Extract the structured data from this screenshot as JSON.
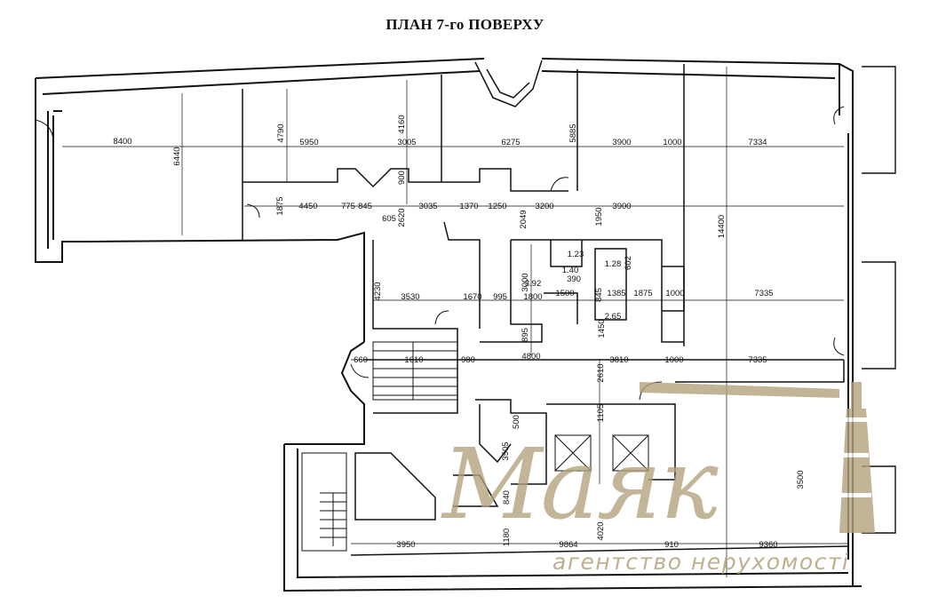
{
  "title": "ПЛАН 7-го ПОВЕРХУ",
  "dimensions": [
    {
      "id": "d1",
      "text": "8400"
    },
    {
      "id": "d2",
      "text": "6440"
    },
    {
      "id": "d3",
      "text": "4790"
    },
    {
      "id": "d4",
      "text": "5950"
    },
    {
      "id": "d5",
      "text": "4160"
    },
    {
      "id": "d6",
      "text": "3005"
    },
    {
      "id": "d7",
      "text": "6275"
    },
    {
      "id": "d8",
      "text": "5885"
    },
    {
      "id": "d9",
      "text": "3900"
    },
    {
      "id": "d10",
      "text": "1000"
    },
    {
      "id": "d11",
      "text": "7334"
    },
    {
      "id": "d12",
      "text": "14400"
    },
    {
      "id": "d13",
      "text": "1875"
    },
    {
      "id": "d14",
      "text": "4450"
    },
    {
      "id": "d15",
      "text": "775"
    },
    {
      "id": "d16",
      "text": "845"
    },
    {
      "id": "d17",
      "text": "605"
    },
    {
      "id": "d18",
      "text": "900"
    },
    {
      "id": "d19",
      "text": "2620"
    },
    {
      "id": "d20",
      "text": "3035"
    },
    {
      "id": "d21",
      "text": "1370"
    },
    {
      "id": "d22",
      "text": "1250"
    },
    {
      "id": "d23",
      "text": "2049"
    },
    {
      "id": "d24",
      "text": "3200"
    },
    {
      "id": "d25",
      "text": "1950"
    },
    {
      "id": "d26",
      "text": "3900"
    },
    {
      "id": "d27",
      "text": "1.23"
    },
    {
      "id": "d28",
      "text": "1.40"
    },
    {
      "id": "d29",
      "text": "390"
    },
    {
      "id": "d30",
      "text": "1.28"
    },
    {
      "id": "d31",
      "text": "602"
    },
    {
      "id": "d32",
      "text": "3.92"
    },
    {
      "id": "d33",
      "text": "3000"
    },
    {
      "id": "d34",
      "text": "4230"
    },
    {
      "id": "d35",
      "text": "3530"
    },
    {
      "id": "d36",
      "text": "1670"
    },
    {
      "id": "d37",
      "text": "995"
    },
    {
      "id": "d38",
      "text": "1800"
    },
    {
      "id": "d39",
      "text": "1500"
    },
    {
      "id": "d40",
      "text": "845"
    },
    {
      "id": "d41",
      "text": "1385"
    },
    {
      "id": "d42",
      "text": "1875"
    },
    {
      "id": "d43",
      "text": "1000"
    },
    {
      "id": "d44",
      "text": "7335"
    },
    {
      "id": "d45",
      "text": "2.65"
    },
    {
      "id": "d46",
      "text": "895"
    },
    {
      "id": "d47",
      "text": "1450"
    },
    {
      "id": "d48",
      "text": "660"
    },
    {
      "id": "d49",
      "text": "1610"
    },
    {
      "id": "d50",
      "text": "980"
    },
    {
      "id": "d51",
      "text": "4800"
    },
    {
      "id": "d52",
      "text": "3810"
    },
    {
      "id": "d53",
      "text": "1000"
    },
    {
      "id": "d54",
      "text": "7335"
    },
    {
      "id": "d55",
      "text": "2610"
    },
    {
      "id": "d56",
      "text": "1105"
    },
    {
      "id": "d57",
      "text": "500"
    },
    {
      "id": "d58",
      "text": "3505"
    },
    {
      "id": "d59",
      "text": "840"
    },
    {
      "id": "d60",
      "text": "1180"
    },
    {
      "id": "d61",
      "text": "4020"
    },
    {
      "id": "d62",
      "text": "3950"
    },
    {
      "id": "d63",
      "text": "9864"
    },
    {
      "id": "d64",
      "text": "910"
    },
    {
      "id": "d65",
      "text": "9360"
    },
    {
      "id": "d66",
      "text": "3500"
    }
  ],
  "logo": {
    "word": "Маяк",
    "tagline": "агентство нерухомості",
    "color": "#b3a27c"
  }
}
